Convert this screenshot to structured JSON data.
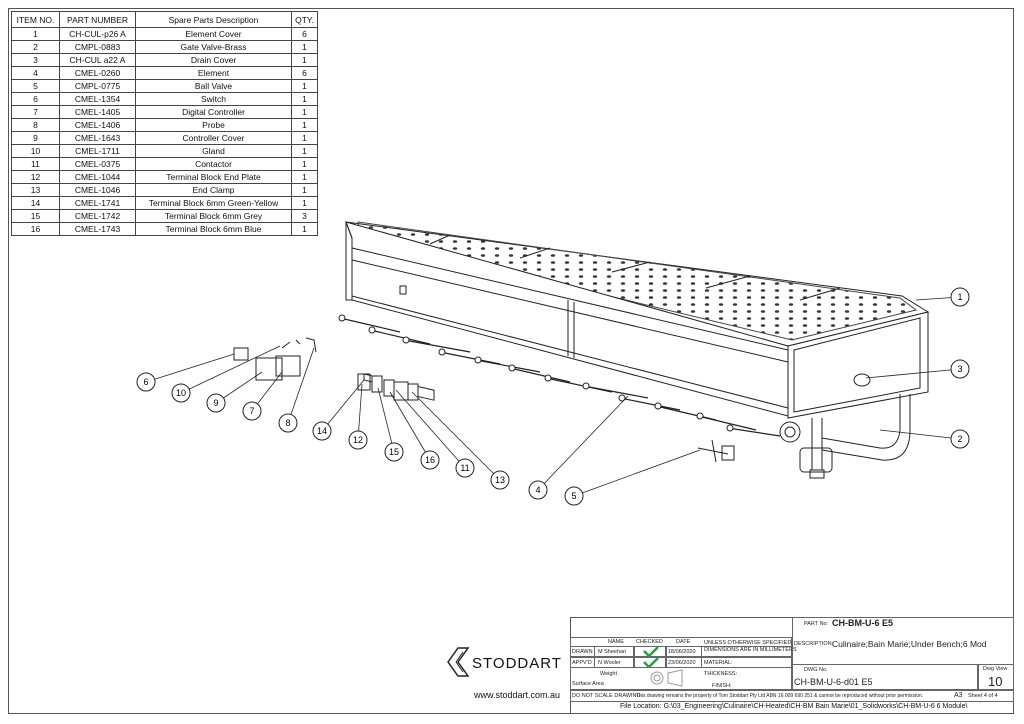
{
  "bom": {
    "headers": [
      "ITEM NO.",
      "PART NUMBER",
      "Spare Parts Description",
      "QTY."
    ],
    "rows": [
      [
        "1",
        "CH-CUL-p26 A",
        "Element Cover",
        "6"
      ],
      [
        "2",
        "CMPL-0883",
        "Gate Valve-Brass",
        "1"
      ],
      [
        "3",
        "CH-CUL a22 A",
        "Drain Cover",
        "1"
      ],
      [
        "4",
        "CMEL-0260",
        "Element",
        "6"
      ],
      [
        "5",
        "CMPL-0775",
        "Ball Valve",
        "1"
      ],
      [
        "6",
        "CMEL-1354",
        "Switch",
        "1"
      ],
      [
        "7",
        "CMEL-1405",
        "Digital Controller",
        "1"
      ],
      [
        "8",
        "CMEL-1406",
        "Probe",
        "1"
      ],
      [
        "9",
        "CMEL-1643",
        "Controller Cover",
        "1"
      ],
      [
        "10",
        "CMEL-1711",
        "Gland",
        "1"
      ],
      [
        "11",
        "CMEL-0375",
        "Contactor",
        "1"
      ],
      [
        "12",
        "CMEL-1044",
        "Terminal Block End Plate",
        "1"
      ],
      [
        "13",
        "CMEL-1046",
        "End Clamp",
        "1"
      ],
      [
        "14",
        "CMEL-1741",
        "Terminal Block 6mm Green-Yellow",
        "1"
      ],
      [
        "15",
        "CMEL-1742",
        "Terminal Block 6mm Grey",
        "3"
      ],
      [
        "16",
        "CMEL-1743",
        "Terminal Block 6mm Blue",
        "1"
      ]
    ]
  },
  "balloons": [
    "1",
    "2",
    "3",
    "4",
    "5",
    "6",
    "7",
    "8",
    "9",
    "10",
    "11",
    "12",
    "13",
    "14",
    "15",
    "16"
  ],
  "title_block": {
    "col_name": "NAME",
    "col_checked": "CHECKED",
    "col_date": "DATE",
    "drawn_label": "DRAWN",
    "drawn_name": "M Sheehan",
    "drawn_date": "18/06/2020",
    "appvd_label": "APPV'D",
    "appvd_name": "N Wooler",
    "appvd_date": "23/06/2020",
    "weight_label": "Weight",
    "surface_label": "Surface Area",
    "unless": "UNLESS OTHERWISE SPECIFIED:",
    "dimensions": "DIMENSIONS ARE IN MILLIMETERS",
    "material": "MATERIAL:",
    "thickness": "THICKNESS:",
    "finish": "FINISH:",
    "part_no_label": "PART No:",
    "part_no": "CH-BM-U-6 E5",
    "description_label": "DESCRIPTION:",
    "description": "Culinaire;Bain Marie;Under Bench;6 Mod",
    "dwg_no_label": "DWG No.",
    "dwg_no": "CH-BM-U-6-d01 E5",
    "dwg_view_label": "Dwg View",
    "dwg_view": "10",
    "do_not_scale": "DO NOT SCALE DRAWING",
    "property_notice": "This drawing remains the property of Tom Stoddart Pty Ltd ABN 16 009 690 251 & cannot be reproduced without prior permission.",
    "size": "A3",
    "sheet": "Sheet 4 of 4",
    "file_location": "File Location: G:\\03_Engineering\\Culinaire\\CH-Heated\\CH-BM Bain Marie\\01_Solidworks\\CH-BM-U-6 6 Module\\"
  },
  "brand": {
    "name": "STODDART",
    "website": "www.stoddart.com.au"
  },
  "colors": {
    "check": "#22a33a",
    "line": "#222222"
  }
}
